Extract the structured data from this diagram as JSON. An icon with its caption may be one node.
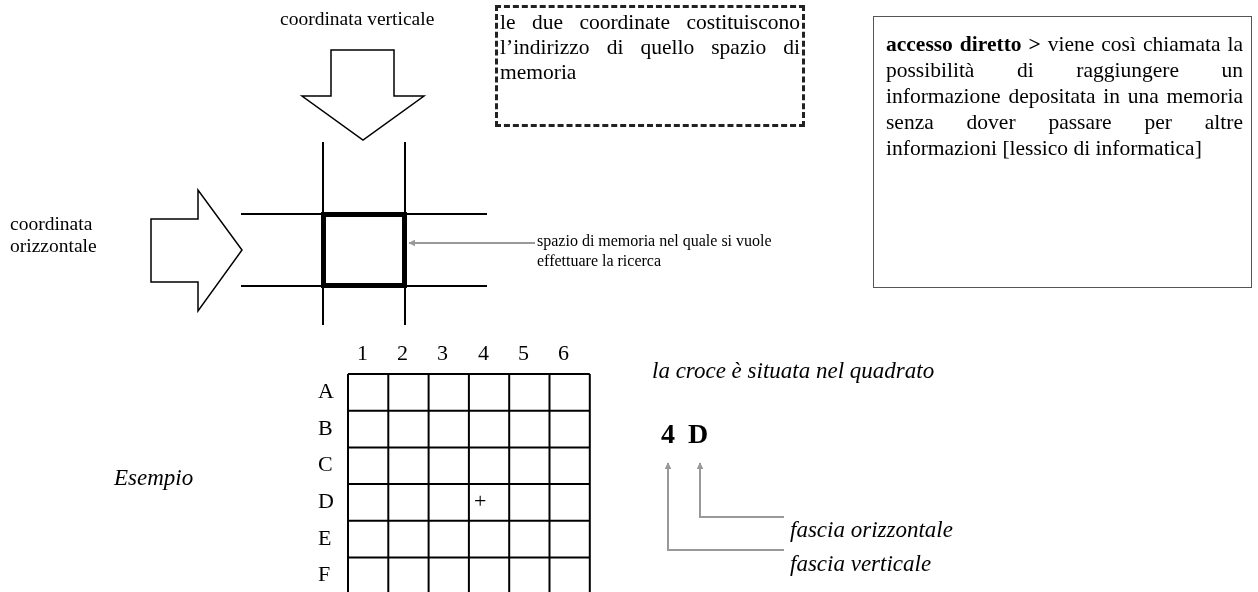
{
  "diagram": {
    "nodes": [
      {
        "text": [
          "le due coordinate costituiscono l’indirizzo di quello spazio di memoria"
        ]
      },
      {
        "text": [
          "**accesso diretto >** viene così chiamata la possibilità di raggiungere un informazione depositata in una memoria senza dover passare per altre informazioni [lessico di informatica]"
        ]
      },
      {
        "text": [],
        "shape": "box"
      },
      {
        "text": [
          "spazio di memoria nel quale si vuole effettuare la ricerca"
        ]
      },
      {
        "text": [
          "4"
        ]
      },
      {
        "text": [
          "D"
        ]
      },
      {
        "text": [
          "fascia orizzontale"
        ]
      },
      {
        "text": [
          "fascia verticale"
        ]
      }
    ],
    "edges": [
      {
        "from": 3,
        "to": 2,
        "arrow": "to"
      },
      {
        "from": 6,
        "to": 5,
        "arrow": "to"
      },
      {
        "from": 7,
        "to": 4,
        "arrow": "to"
      }
    ],
    "labels": [
      "coordinata verticale",
      "coordinata orizzontale",
      "1",
      "2",
      "3",
      "4",
      "5",
      "6",
      "la croce è situata nel quadrato",
      "A",
      "B",
      "Esempio",
      "C",
      "D",
      "+",
      "E",
      "F"
    ]
  }
}
